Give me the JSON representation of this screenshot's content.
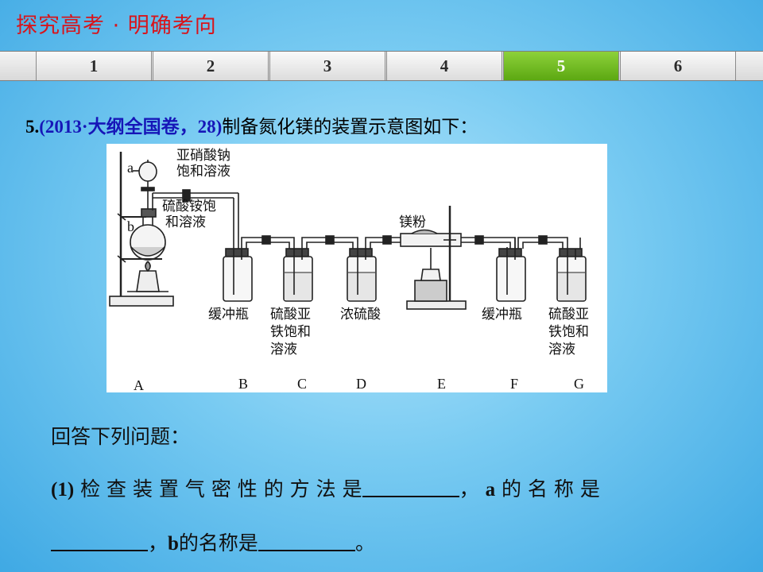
{
  "header": {
    "title": "探究高考 · 明确考向"
  },
  "nav": {
    "tabs": [
      "1",
      "2",
      "3",
      "4",
      "5",
      "6"
    ],
    "active_index": 4,
    "active_color": "#6dbb1e"
  },
  "question": {
    "number": "5.",
    "source": "(2013·大纲全国卷，28)",
    "text": "制备氮化镁的装置示意图如下："
  },
  "figure": {
    "labels": {
      "a": "a",
      "b": "b",
      "sodium_nitrite_1": "亚硝酸钠",
      "sodium_nitrite_2": "饱和溶液",
      "ammonium_sulfate_1": "硫酸铵饱",
      "ammonium_sulfate_2": "和溶液",
      "magnesium_powder": "镁粉",
      "B_name": "缓冲瓶",
      "C_name_1": "硫酸亚",
      "C_name_2": "铁饱和",
      "C_name_3": "溶液",
      "D_name": "浓硫酸",
      "F_name": "缓冲瓶",
      "G_name_1": "硫酸亚",
      "G_name_2": "铁饱和",
      "G_name_3": "溶液"
    },
    "letters": [
      "A",
      "B",
      "C",
      "D",
      "E",
      "F",
      "G"
    ]
  },
  "body": {
    "answer_intro": "回答下列问题：",
    "q1_num": "(1)",
    "q1_text_a": "检 查 装 置 气 密 性 的 方 法 是",
    "q1_comma": "，",
    "q1_a": "a",
    "q1_text_b": "的 名 称 是",
    "q1_comma2": "，",
    "q1_b": "b",
    "q1_text_c": "的名称是",
    "q1_end": "。"
  }
}
